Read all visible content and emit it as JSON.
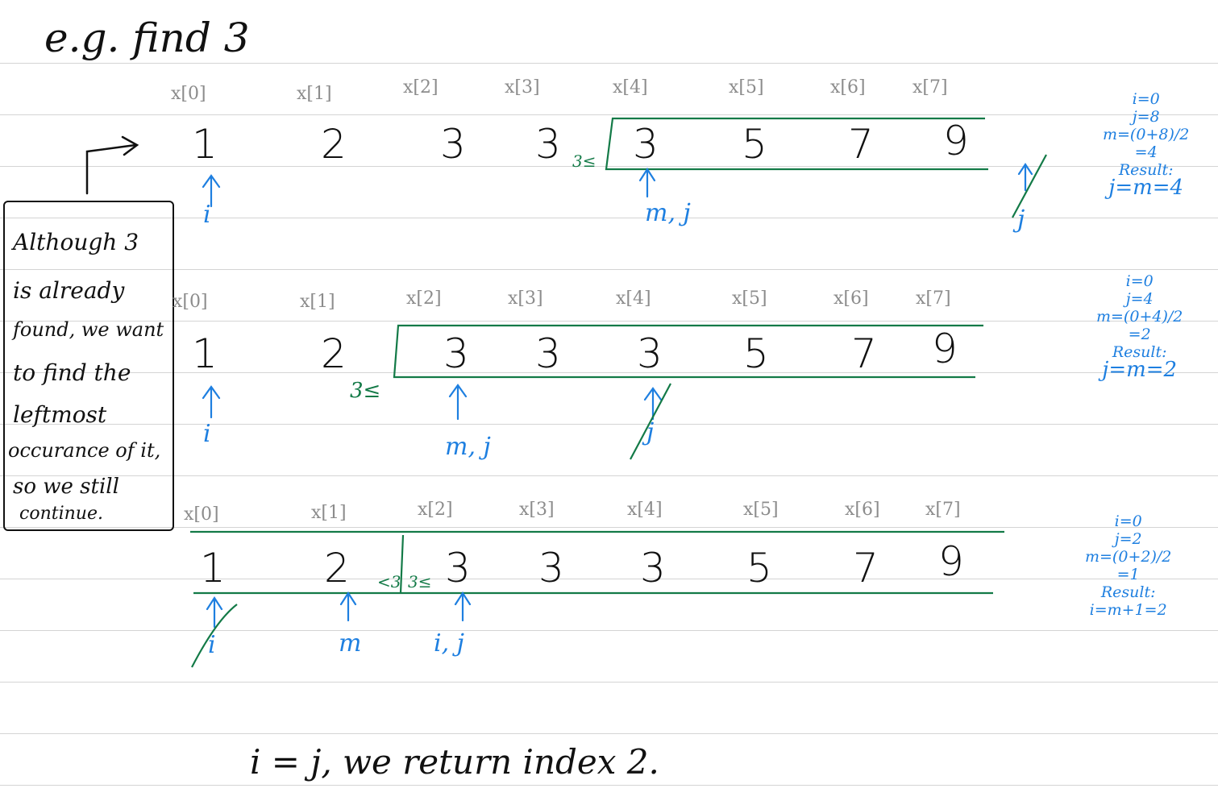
{
  "title": "e.g. find 3",
  "note": {
    "lines": [
      "Although 3",
      "is already",
      "found, we want",
      "to find the",
      "leftmost",
      "occurance of it,",
      "so we still",
      "continue."
    ]
  },
  "array": {
    "indices": [
      "x[0]",
      "x[1]",
      "x[2]",
      "x[3]",
      "x[4]",
      "x[5]",
      "x[6]",
      "x[7]"
    ],
    "values": [
      "1",
      "2",
      "3",
      "3",
      "3",
      "5",
      "7",
      "9"
    ]
  },
  "steps": [
    {
      "pointer_labels": {
        "i": "i",
        "m": "m, j",
        "j_old": "j"
      },
      "boundary_label": "3≤",
      "side": [
        "i=0",
        "j=8",
        "m=(0+8)/2",
        "=4",
        "Result:",
        "j=m=4"
      ]
    },
    {
      "pointer_labels": {
        "i": "i",
        "m": "m, j",
        "j_old": "j"
      },
      "boundary_label": "3≤",
      "side": [
        "i=0",
        "j=4",
        "m=(0+4)/2",
        "=2",
        "Result:",
        "j=m=2"
      ]
    },
    {
      "pointer_labels": {
        "i_old": "i",
        "m": "m",
        "ij": "i, j"
      },
      "boundary_left": "<3",
      "boundary_right": "3≤",
      "side": [
        "i=0",
        "j=2",
        "m=(0+2)/2",
        "=1",
        "Result:",
        "i=m+1=2"
      ]
    }
  ],
  "conclusion": "i = j, we return index 2.",
  "colors": {
    "ink": "#111111",
    "blue": "#1e7fe0",
    "green": "#137a47",
    "index_gray": "#8c8c8c"
  }
}
